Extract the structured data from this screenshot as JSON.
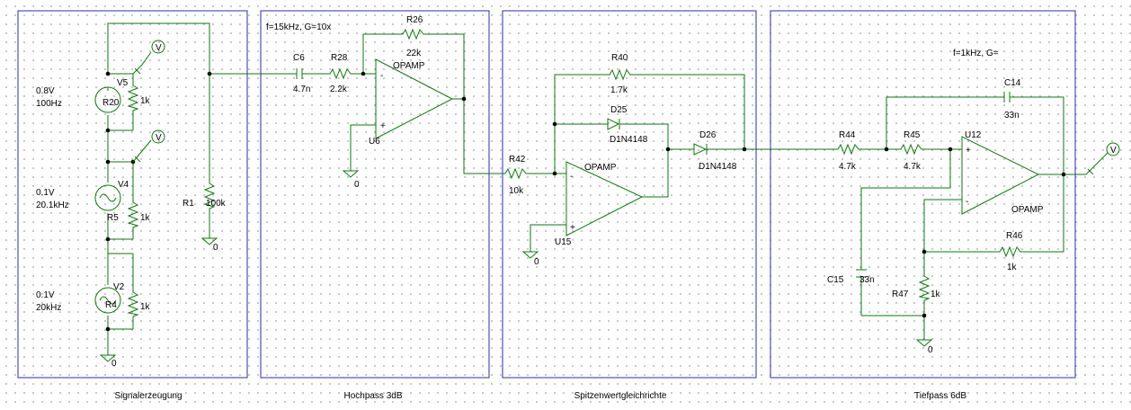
{
  "blocks": [
    {
      "label": "Signalerzeugung"
    },
    {
      "label": "Hochpass 3dB"
    },
    {
      "label": "Spitzenwertgleichrichte"
    },
    {
      "label": "Tiefpass 6dB"
    }
  ],
  "notes": {
    "hp": "f=15kHz, G=10x",
    "tp": "f=1kHz, G="
  },
  "sources": {
    "v5": {
      "name": "V5",
      "amp": "0.8V",
      "freq": "100Hz"
    },
    "v4": {
      "name": "V4",
      "amp": "0.1V",
      "freq": "20.1kHz"
    },
    "v2": {
      "name": "V2",
      "amp": "0.1V",
      "freq": "20kHz"
    }
  },
  "resistors": {
    "r20": {
      "name": "R20",
      "value": "1k"
    },
    "r5": {
      "name": "R5",
      "value": "1k"
    },
    "r4": {
      "name": "R4",
      "value": "1k"
    },
    "r1": {
      "name": "R1",
      "value": "100k"
    },
    "r26": {
      "name": "R26",
      "value": "22k"
    },
    "r28": {
      "name": "R28",
      "value": "2.2k"
    },
    "r40": {
      "name": "R40",
      "value": "1.7k"
    },
    "r42": {
      "name": "R42",
      "value": "10k"
    },
    "r44": {
      "name": "R44",
      "value": "4.7k"
    },
    "r45": {
      "name": "R45",
      "value": "4.7k"
    },
    "r46": {
      "name": "R46",
      "value": "1k"
    },
    "r47": {
      "name": "R47",
      "value": "1k"
    }
  },
  "capacitors": {
    "c6": {
      "name": "C6",
      "value": "4.7n"
    },
    "c14": {
      "name": "C14",
      "value": "33n"
    },
    "c15": {
      "name": "C15",
      "value": "33n"
    }
  },
  "diodes": {
    "d25": {
      "name": "D25",
      "model": "D1N4148"
    },
    "d26": {
      "name": "D26",
      "model": "D1N4148"
    }
  },
  "opamps": {
    "u6": {
      "name": "U6",
      "model": "OPAMP"
    },
    "u15": {
      "name": "U15",
      "model": "OPAMP"
    },
    "u12": {
      "name": "U12",
      "model": "OPAMP"
    }
  },
  "ground_label": "0",
  "probe_label": "V",
  "pin_plus": "+",
  "pin_minus": "-"
}
